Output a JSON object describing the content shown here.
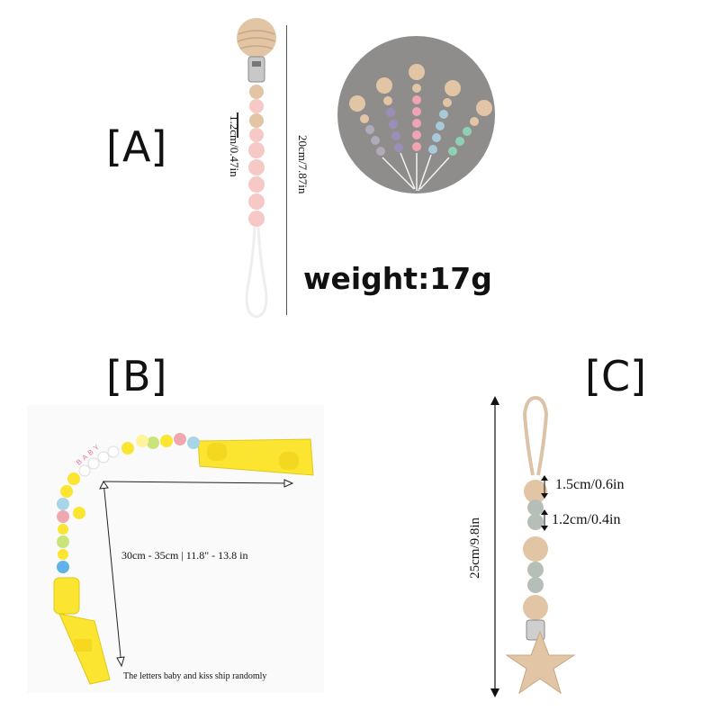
{
  "panels": {
    "a": {
      "label": "[A]",
      "bead_size": "1.2cm/0.47in",
      "length": "20cm/7.87in",
      "weight": "weight:17g"
    },
    "b": {
      "label": "[B]",
      "beads_text": "BABY",
      "length": "30cm - 35cm | 11.8\" - 13.8 in",
      "note": "The letters baby and kiss ship randomly"
    },
    "c": {
      "label": "[C]",
      "bead_size_large": "1.5cm/0.6in",
      "bead_size_small": "1.2cm/0.4in",
      "length": "25cm/9.8in"
    }
  },
  "colors": {
    "wood": "#e2c5a4",
    "pink": "#f6c9c6",
    "yellow": "#fbe531",
    "grey_bead": "#b5bfb8",
    "photo_bg": "#8f8d8c"
  }
}
